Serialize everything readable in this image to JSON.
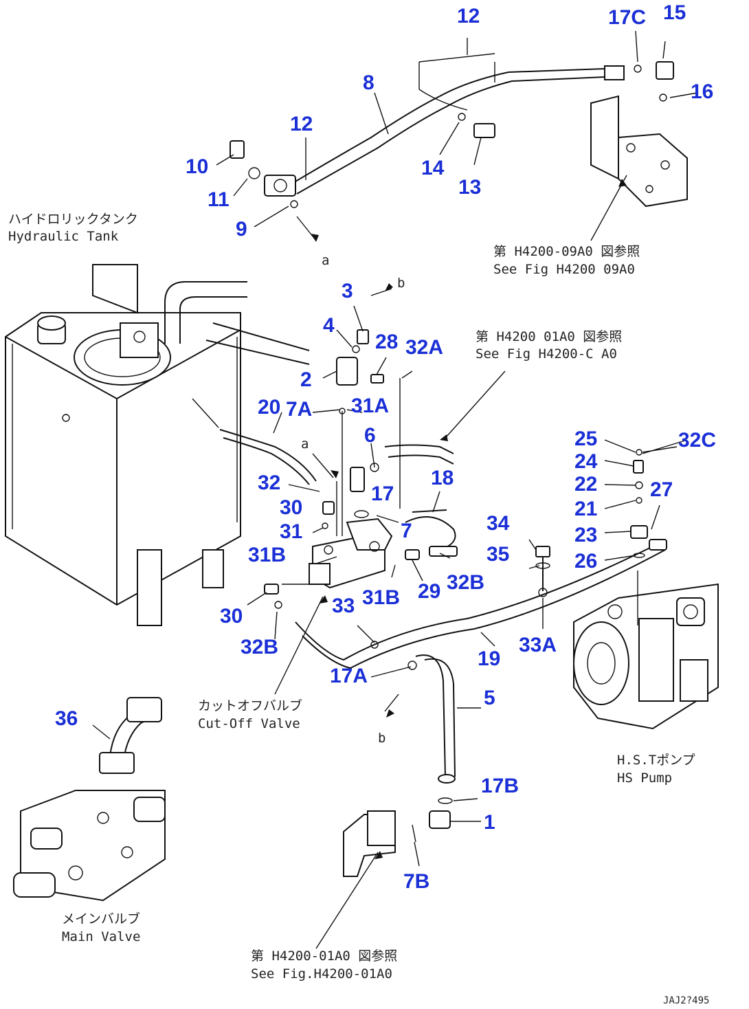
{
  "colors": {
    "label": "#1a2fd6",
    "line": "#111111",
    "background": "#ffffff"
  },
  "part_labels": [
    {
      "id": "12a",
      "text": "12"
    },
    {
      "id": "17c",
      "text": "17C"
    },
    {
      "id": "15",
      "text": "15"
    },
    {
      "id": "8",
      "text": "8"
    },
    {
      "id": "16",
      "text": "16"
    },
    {
      "id": "12b",
      "text": "12"
    },
    {
      "id": "10",
      "text": "10"
    },
    {
      "id": "14",
      "text": "14"
    },
    {
      "id": "13",
      "text": "13"
    },
    {
      "id": "11",
      "text": "11"
    },
    {
      "id": "9",
      "text": "9"
    },
    {
      "id": "3",
      "text": "3"
    },
    {
      "id": "4",
      "text": "4"
    },
    {
      "id": "28",
      "text": "28"
    },
    {
      "id": "32a",
      "text": "32A"
    },
    {
      "id": "2",
      "text": "2"
    },
    {
      "id": "20",
      "text": "20"
    },
    {
      "id": "7a",
      "text": "7A"
    },
    {
      "id": "31a",
      "text": "31A"
    },
    {
      "id": "6",
      "text": "6"
    },
    {
      "id": "25",
      "text": "25"
    },
    {
      "id": "32c",
      "text": "32C"
    },
    {
      "id": "24",
      "text": "24"
    },
    {
      "id": "18",
      "text": "18"
    },
    {
      "id": "32a2",
      "text": "32"
    },
    {
      "id": "17a1",
      "text": "17"
    },
    {
      "id": "22",
      "text": "22"
    },
    {
      "id": "27",
      "text": "27"
    },
    {
      "id": "30a",
      "text": "30"
    },
    {
      "id": "21",
      "text": "21"
    },
    {
      "id": "34",
      "text": "34"
    },
    {
      "id": "31",
      "text": "31"
    },
    {
      "id": "7",
      "text": "7"
    },
    {
      "id": "23",
      "text": "23"
    },
    {
      "id": "31b1",
      "text": "31B"
    },
    {
      "id": "35",
      "text": "35"
    },
    {
      "id": "26",
      "text": "26"
    },
    {
      "id": "32b1",
      "text": "32B"
    },
    {
      "id": "31b2",
      "text": "31B"
    },
    {
      "id": "29",
      "text": "29"
    },
    {
      "id": "30b",
      "text": "30"
    },
    {
      "id": "33",
      "text": "33"
    },
    {
      "id": "33a",
      "text": "33A"
    },
    {
      "id": "32b2",
      "text": "32B"
    },
    {
      "id": "19",
      "text": "19"
    },
    {
      "id": "17a",
      "text": "17A"
    },
    {
      "id": "5",
      "text": "5"
    },
    {
      "id": "36",
      "text": "36"
    },
    {
      "id": "17b",
      "text": "17B"
    },
    {
      "id": "1",
      "text": "1"
    },
    {
      "id": "7b",
      "text": "7B"
    }
  ],
  "captions": {
    "hydraulic_tank_jp": "ハイドロリックタンク",
    "hydraulic_tank_en": "Hydraulic Tank",
    "ref_09a0_jp": "第 H4200-09A0 図参照",
    "ref_09a0_en": "See Fig H4200 09A0",
    "ref_01a0_top_jp": "第 H4200 01A0 図参照",
    "ref_01a0_top_en": "See Fig H4200-C A0",
    "cutoff_jp": "カットオフバルブ",
    "cutoff_en": "Cut-Off Valve",
    "hst_jp": "H.S.Tポンプ",
    "hst_en": "HS Pump",
    "main_valve_jp": "メインバルブ",
    "main_valve_en": "Main Valve",
    "ref_01a0_bottom_jp": "第 H4200-01A0 図参照",
    "ref_01a0_bottom_en": "See Fig.H4200-01A0",
    "marker_a1": "a",
    "marker_b1": "b",
    "marker_a2": "a",
    "marker_b2": "b",
    "doc_code": "JAJ2?495"
  }
}
